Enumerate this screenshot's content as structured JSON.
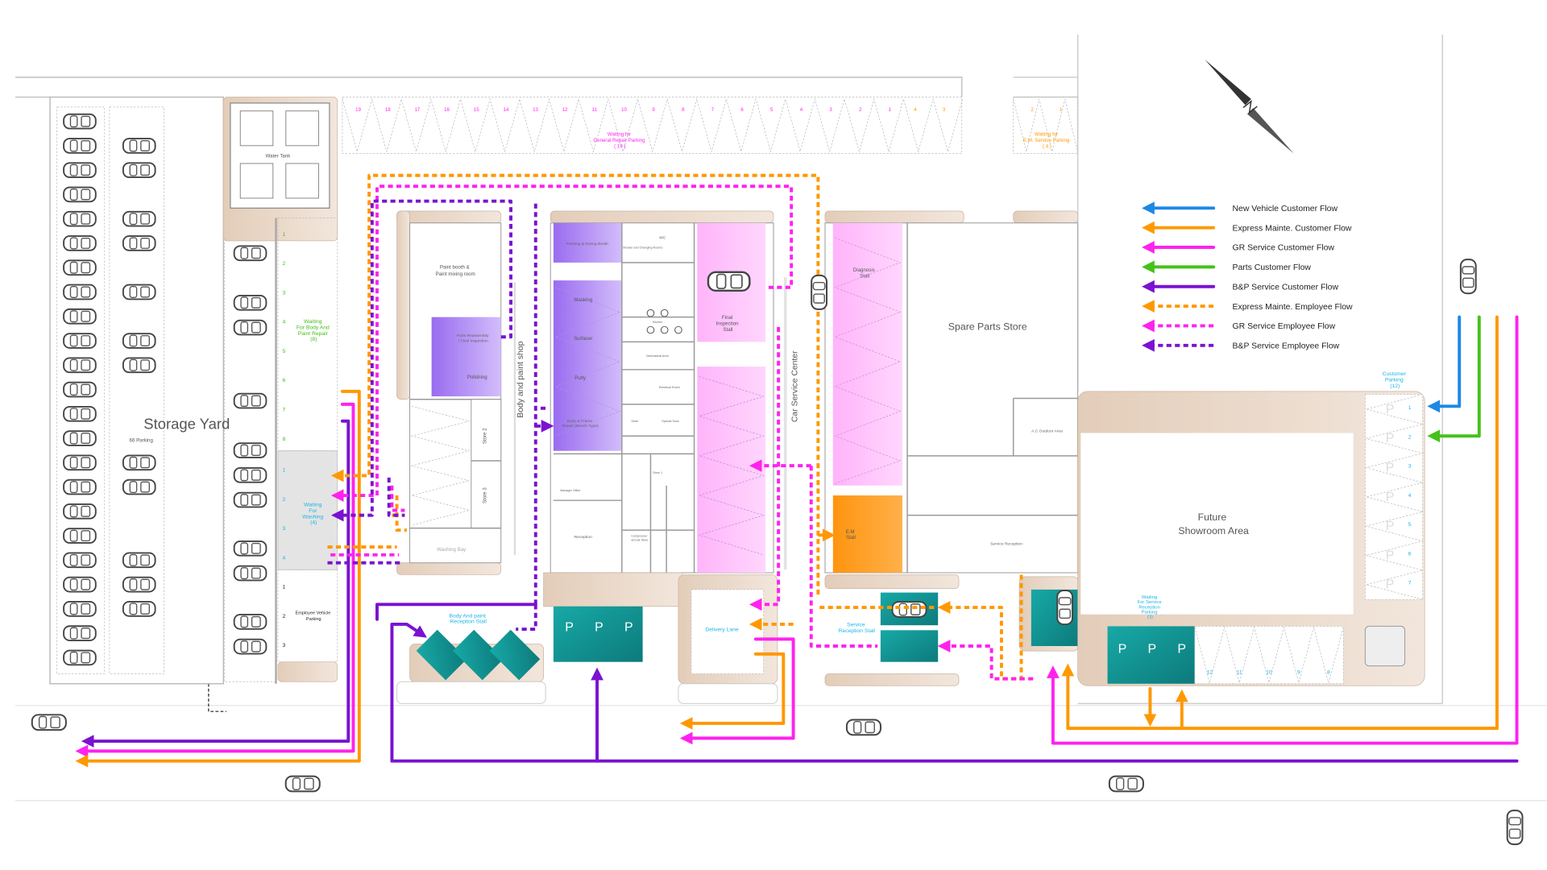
{
  "colors": {
    "new_vehicle": "#1e88e5",
    "express": "#ff9800",
    "gr_service": "#ff22ee",
    "parts": "#44c21a",
    "bp_service": "#7a12d0",
    "teal": "#139a9a",
    "tan": "#e9d7c7",
    "purple_zone": "#a77bf2",
    "pink_zone": "#ffc0fb",
    "orange_zone": "#ff9a1f"
  },
  "legend": [
    {
      "label": "New Vehicle Customer Flow",
      "color": "#1e88e5",
      "style": "solid"
    },
    {
      "label": "Express Mainte. Customer Flow",
      "color": "#ff9800",
      "style": "solid"
    },
    {
      "label": "GR Service Customer Flow",
      "color": "#ff22ee",
      "style": "solid"
    },
    {
      "label": "Parts Customer Flow",
      "color": "#44c21a",
      "style": "solid"
    },
    {
      "label": "B&P Service Customer Flow",
      "color": "#7a12d0",
      "style": "solid"
    },
    {
      "label": "Express Mainte. Employee Flow",
      "color": "#ff9800",
      "style": "dashed"
    },
    {
      "label": "GR Service Employee Flow",
      "color": "#ff22ee",
      "style": "dashed"
    },
    {
      "label": "B&P Service Employee Flow",
      "color": "#7a12d0",
      "style": "dashed"
    }
  ],
  "zones": {
    "storage_yard": "Storage Yard",
    "storage_count": "66 Parking",
    "water_tank": "Water Tank",
    "paint_booth_1": "Paint booth  &",
    "paint_booth_2": "Paint mixing room",
    "parts_reassembly_1": "Parts Reassembly",
    "parts_reassembly_2": "/ Final Inspection",
    "polishing": "Polishing",
    "store_2": "Store 2",
    "store_3": "Store 3",
    "washing_bay": "Washing Bay",
    "body_paint_shop": "Body and paint shop",
    "painting_booth": "Painting & Drying Booth",
    "shower": "Shower and Changing Rooms",
    "wc": "WC",
    "masking": "Masking",
    "surfacer": "Surfacer",
    "putty": "Putty",
    "body_frame_1": "Body & Frame",
    "body_frame_2": "Repair (Bench Type)",
    "kitchen": "Kitchen",
    "mechanical_area": "Mechanical Area",
    "electrical_room": "Electrical Room",
    "store": "Store",
    "special_tools": "Special Tools",
    "store_1": "Store 1",
    "manager_office": "Manager Office",
    "reception": "Reception",
    "compressor_1": "Compressor",
    "compressor_2": "and air Store",
    "final_inspection_1": "Final",
    "final_inspection_2": "Inspection",
    "final_inspection_3": "Stall",
    "car_service_center": "Car Service Center",
    "diagnosis_1": "Diagnosis",
    "diagnosis_2": "Stall",
    "em_stall_1": "E.M",
    "em_stall_2": "Stall",
    "spare_parts_store": "Spare Parts Store",
    "ac_outdoor": "A.C Outdoor Area",
    "service_reception": "Service Reception",
    "showroom_1": "Future",
    "showroom_2": "Showroom Area",
    "service_reception_stall_1": "Service",
    "service_reception_stall_2": "Reception Stall",
    "bp_reception_stall_1": "Body And paint",
    "bp_reception_stall_2": "Reception Stall",
    "delivery_lane": "Delivery Lane"
  },
  "parking": {
    "general_repair": {
      "lines": [
        "Waiting for",
        "General Repair Parking",
        "( 19 )"
      ],
      "numbers": [
        "19",
        "18",
        "17",
        "16",
        "15",
        "14",
        "13",
        "12",
        "11",
        "10",
        "9",
        "8",
        "7",
        "6",
        "5",
        "4",
        "3",
        "2",
        "1"
      ]
    },
    "em_service": {
      "lines": [
        "Waiting for",
        "E.M. Service Parking",
        "( 4 )"
      ],
      "numbers": [
        "4",
        "3",
        "2",
        "1"
      ]
    },
    "body_paint_wait": {
      "lines": [
        "Waiting",
        "For Body And",
        "Paint Repair",
        "(8)"
      ],
      "numbers": [
        "1",
        "2",
        "3",
        "4",
        "5",
        "6",
        "7",
        "8"
      ]
    },
    "washing": {
      "lines": [
        "Waiting",
        "For",
        "Washing",
        "(4)"
      ],
      "numbers": [
        "1",
        "2",
        "3",
        "4"
      ]
    },
    "employee": {
      "lines": [
        "Employee Vehicle",
        "Parking"
      ],
      "numbers": [
        "1",
        "2",
        "3"
      ]
    },
    "customer": {
      "lines": [
        "Customer",
        "Parking",
        "(12)"
      ],
      "numbers": [
        "1",
        "2",
        "3",
        "4",
        "5",
        "6",
        "7",
        "8",
        "9",
        "10",
        "11",
        "12"
      ]
    },
    "service_reception_wait": {
      "lines": [
        "Waiting",
        "For Service",
        "Reception",
        "Parking",
        "(3)"
      ]
    },
    "p_symbol": "P"
  }
}
